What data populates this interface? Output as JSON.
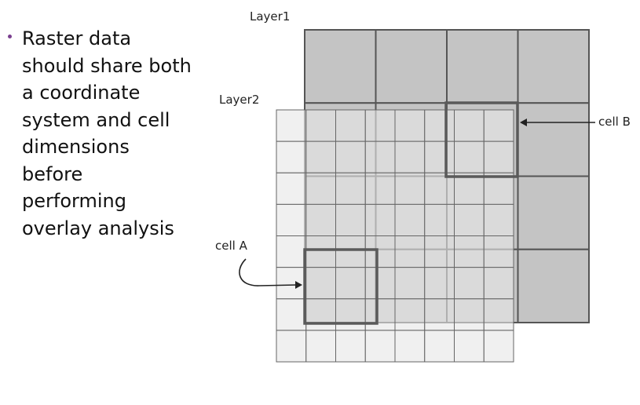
{
  "bullet": {
    "text": "Raster data\nshould share both\na coordinate\nsystem and cell\ndimensions\nbefore\nperforming\noverlay analysis",
    "bullet_color": "#7a3f8f"
  },
  "diagram": {
    "layer1_label": "Layer1",
    "layer2_label": "Layer2",
    "cell_a_label": "cell A",
    "cell_b_label": "cell B",
    "layer1": {
      "rows": 4,
      "cols": 4,
      "fill": "#c4c4c4",
      "stroke": "#555555"
    },
    "layer2": {
      "rows": 8,
      "cols": 8,
      "fill": "#e6e6e6",
      "stroke": "#666666"
    },
    "highlight_stroke": "#5a5a5a"
  }
}
